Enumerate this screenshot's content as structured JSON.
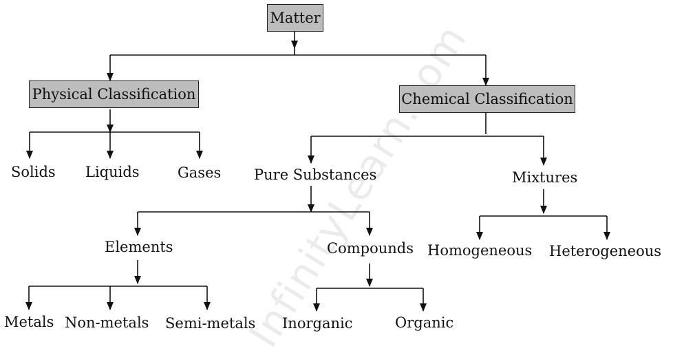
{
  "watermark": "InfinityLearn.com",
  "nodes": {
    "matter": "Matter",
    "physical": "Physical Classification",
    "chemical": "Chemical Classification",
    "solids": "Solids",
    "liquids": "Liquids",
    "gases": "Gases",
    "pure": "Pure Substances",
    "mixtures": "Mixtures",
    "elements": "Elements",
    "compounds": "Compounds",
    "homogeneous": "Homogeneous",
    "heterogeneous": "Heterogeneous",
    "metals": "Metals",
    "nonmetals": "Non-metals",
    "semimetals": "Semi-metals",
    "inorganic": "Inorganic",
    "organic": "Organic"
  }
}
